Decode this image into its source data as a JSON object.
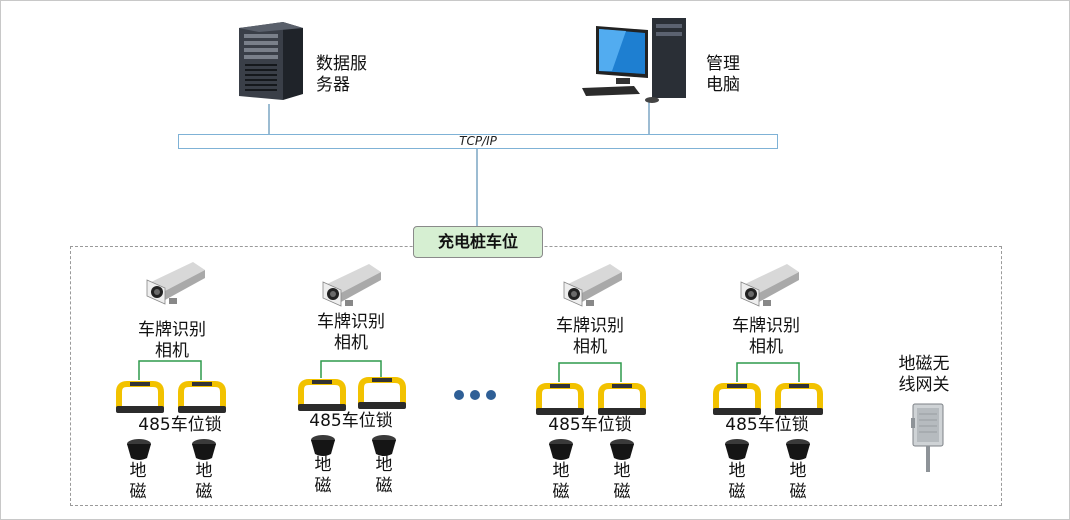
{
  "server": {
    "label_line1": "数据服",
    "label_line2": "务器",
    "icon": "server-icon"
  },
  "admin_pc": {
    "label_line1": "管理",
    "label_line2": "电脑",
    "icon": "desktop-computer-icon"
  },
  "network": {
    "label": "TCP/IP"
  },
  "group": {
    "title": "充电桩车位"
  },
  "units": [
    {
      "camera_line1": "车牌识别",
      "camera_line2": "相机",
      "lock_label": "485车位锁",
      "sensor_a": "地磁",
      "sensor_b": "地磁"
    },
    {
      "camera_line1": "车牌识别",
      "camera_line2": "相机",
      "lock_label": "485车位锁",
      "sensor_a": "地磁",
      "sensor_b": "地磁"
    },
    {
      "camera_line1": "车牌识别",
      "camera_line2": "相机",
      "lock_label": "485车位锁",
      "sensor_a": "地磁",
      "sensor_b": "地磁"
    },
    {
      "camera_line1": "车牌识别",
      "camera_line2": "相机",
      "lock_label": "485车位锁",
      "sensor_a": "地磁",
      "sensor_b": "地磁"
    }
  ],
  "gateway": {
    "label_line1": "地磁无",
    "label_line2": "线网关",
    "icon": "wireless-gateway-icon"
  },
  "colors": {
    "bus_border": "#7fb2d6",
    "group_fill": "#d6efd2",
    "connector": "#2e9a4c",
    "lock_yellow": "#f2c200",
    "dots": "#2f5f96"
  }
}
